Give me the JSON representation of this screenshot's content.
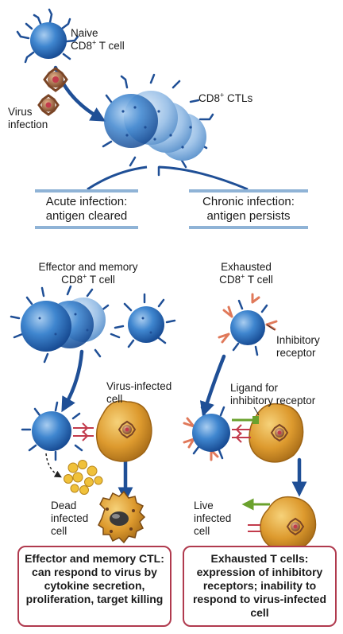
{
  "labels": {
    "naive": "Naive",
    "naive_cell": "CD8",
    "virus_1": "Virus",
    "virus_2": "infection",
    "ctls": "CD8",
    "ctls_suffix": " CTLs",
    "effector_memory_1": "Effector and memory",
    "effector_memory_2": "CD8",
    "exhausted_1": "Exhausted",
    "exhausted_2": "CD8",
    "inhibitory_receptor_1": "Inhibitory",
    "inhibitory_receptor_2": "receptor",
    "virus_infected_1": "Virus-infected",
    "virus_infected_2": "cell",
    "ligand_1": "Ligand for",
    "ligand_2": "inhibitory receptor",
    "dead_1": "Dead",
    "dead_2": "infected",
    "dead_3": "cell",
    "live_1": "Live",
    "live_2": "infected",
    "live_3": "cell",
    "plus": "+",
    "t_cell": " T cell"
  },
  "banners": {
    "acute_1": "Acute infection:",
    "acute_2": "antigen cleared",
    "chronic_1": "Chronic infection:",
    "chronic_2": "antigen persists"
  },
  "boxes": {
    "left": "Effector and memory CTL: can respond to virus by cytokine secretion, proliferation, target killing",
    "right": "Exhausted T cells: expression of inhibitory receptors; inability to respond to virus-infected cell"
  },
  "colors": {
    "tcell": "#2f6fb8",
    "arrow": "#1f4f96",
    "infected_cell": "#d99a2a",
    "receptor": "#e0795a",
    "box_border": "#b03a4e",
    "banner_border": "#8fb3d6"
  }
}
